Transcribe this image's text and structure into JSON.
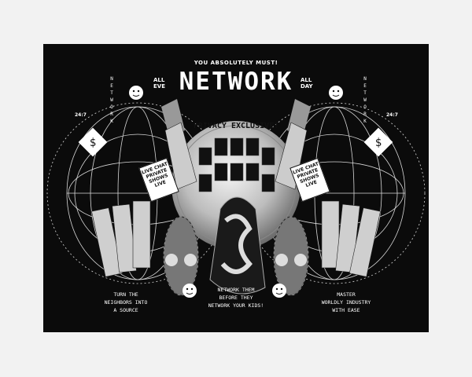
{
  "poster": {
    "kicker": "YOU ABSOLUTELY MUST!",
    "title": "NETWORK",
    "left_tag": [
      "ALL",
      "EVE"
    ],
    "right_tag": [
      "ALL",
      "DAY"
    ],
    "vertical_left": [
      "N",
      "E",
      "T",
      "W",
      "O",
      "R",
      "K"
    ],
    "vertical_right": [
      "N",
      "E",
      "T",
      "W",
      "O",
      "R",
      "K"
    ],
    "badge_left": "24:7",
    "badge_right": "24:7",
    "privacy": "PRIVACY EXCLUSIVE!",
    "chat_left": [
      "LIVE CHAT",
      "PRIVATE SHOWS",
      "LIVE"
    ],
    "chat_right": [
      "LIVE CHAT",
      "PRIVATE SHOWS",
      "LIVE"
    ],
    "captions": [
      [
        "TURN THE",
        "NEIGHBORS INTO",
        "A SOURCE"
      ],
      [
        "NETWORK THEM",
        "BEFORE THEY",
        "NETWORK YOUR KIDS!"
      ],
      [
        "MASTER",
        "WORLDLY INDUSTRY",
        "WITH EASE"
      ]
    ]
  },
  "colors": {
    "background": "#f2f2f2",
    "poster": "#0b0b0b",
    "ink": "#ffffff"
  },
  "icons": [
    "globe-icon",
    "coin-icon",
    "emoji-icon",
    "dollar-icon",
    "phone-icon",
    "grenade-icon"
  ]
}
